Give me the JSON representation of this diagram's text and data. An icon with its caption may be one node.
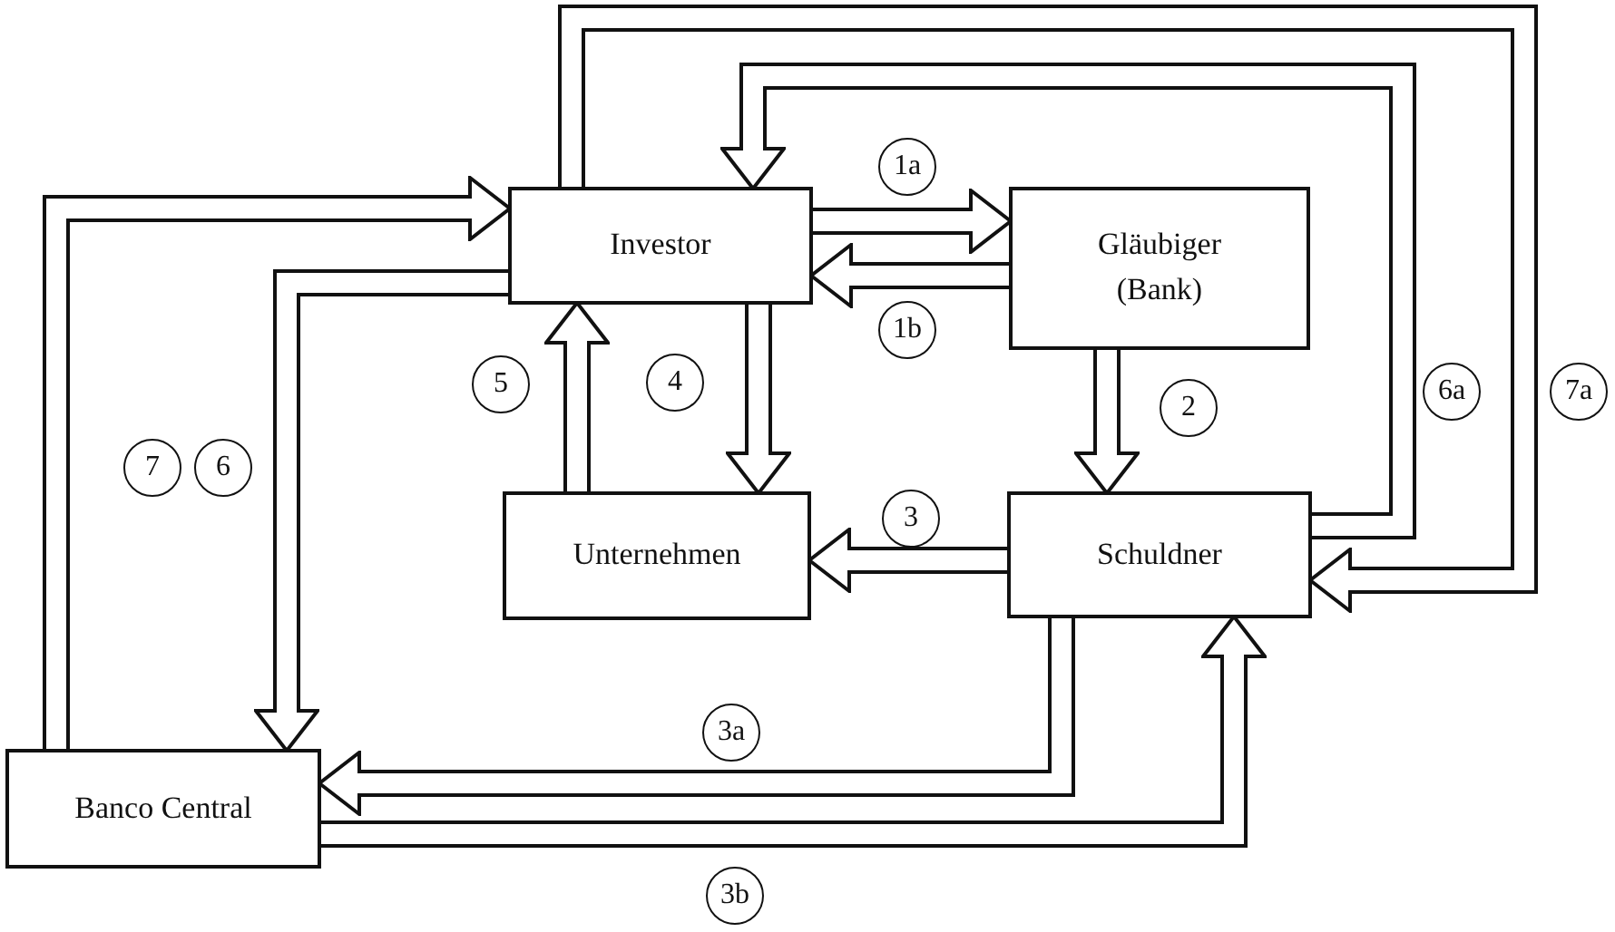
{
  "diagram": {
    "nodes": [
      {
        "text": [
          "Investor"
        ]
      },
      {
        "text": [
          "Gläubiger (Bank)"
        ]
      },
      {
        "text": [
          "Unternehmen"
        ]
      },
      {
        "text": [
          "Schuldner"
        ]
      },
      {
        "text": [
          "Banco Central"
        ]
      }
    ],
    "edges": [
      {
        "from": 0,
        "to": 1,
        "arrow": "to",
        "label": "1a"
      },
      {
        "from": 1,
        "to": 0,
        "arrow": "to",
        "label": "1b"
      },
      {
        "from": 1,
        "to": 3,
        "arrow": "to",
        "label": "2"
      },
      {
        "from": 3,
        "to": 2,
        "arrow": "to",
        "label": "3"
      },
      {
        "from": 0,
        "to": 2,
        "arrow": "to",
        "label": "4"
      },
      {
        "from": 2,
        "to": 0,
        "arrow": "to",
        "label": "5"
      },
      {
        "from": 0,
        "to": 4,
        "arrow": "to",
        "label": "6"
      },
      {
        "from": 4,
        "to": 0,
        "arrow": "to",
        "label": "7"
      },
      {
        "from": 3,
        "to": 0,
        "arrow": "to",
        "label": "6a"
      },
      {
        "from": 0,
        "to": 3,
        "arrow": "to",
        "label": "7a"
      },
      {
        "from": 3,
        "to": 4,
        "arrow": "to",
        "label": "3a"
      },
      {
        "from": 4,
        "to": 3,
        "arrow": "to",
        "label": "3b"
      }
    ]
  }
}
